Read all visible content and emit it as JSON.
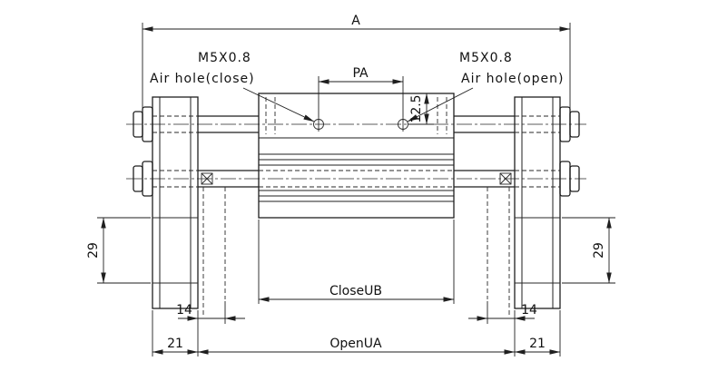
{
  "page": {
    "background": "#ffffff",
    "line_color": "#1f1f1f"
  },
  "drawing": {
    "dim_a": "A",
    "air_hole_close": {
      "thread": "M5X0.8",
      "label": "Air hole(close)"
    },
    "air_hole_open": {
      "thread": "M5X0.8",
      "label": "Air hole(open)"
    },
    "dim_pa": "PA",
    "dim_port_offset": "12.5",
    "dim_side_left": "29",
    "dim_side_right": "29",
    "dim_foot_left": "14",
    "dim_foot_right": "14",
    "dim_edge_left": "21",
    "dim_edge_right": "21",
    "dim_close_width": "CloseUB",
    "dim_open_width": "OpenUA"
  }
}
